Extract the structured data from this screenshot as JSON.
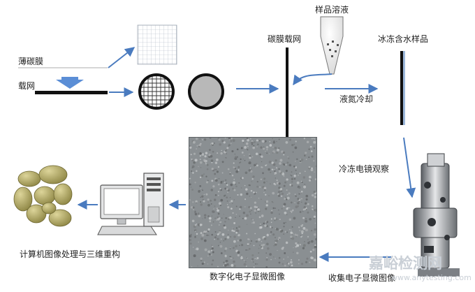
{
  "labels": {
    "thin_carbon_film": "薄碳膜",
    "grid": "载网",
    "sample_solution": "样品溶液",
    "carbon_film_grid": "碳膜载网",
    "frozen_hydrated_sample": "冰冻含水样品",
    "liquid_nitrogen_cooling": "液氮冷却",
    "cryo_em_observation": "冷冻电镜观察",
    "collect_em_images": "收集电子显微图像",
    "digital_em_image": "数字化电子显微图像",
    "computer_processing": "计算机图像处理与三维重构"
  },
  "watermark": {
    "brand": "嘉峪检测网",
    "url": "www.anytesting.com"
  },
  "colors": {
    "arrow": "#4a7bbf",
    "grid_blue": "#5b8ed6",
    "film_gray": "#b8b8b8",
    "protein": "#b7ae6a"
  }
}
